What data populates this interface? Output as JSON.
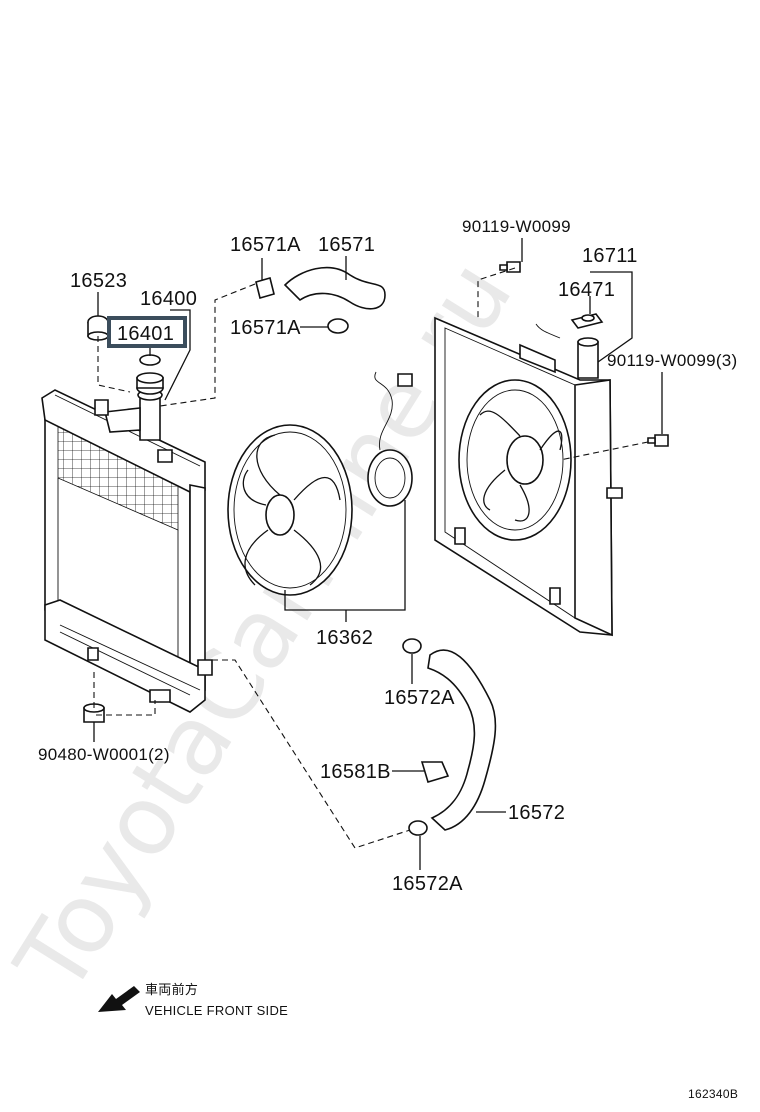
{
  "watermark": "ToyotaCarMine.ru",
  "diagram_id": "162340B",
  "direction": {
    "jp": "車両前方",
    "en": "VEHICLE FRONT SIDE"
  },
  "highlighted_part": "16401",
  "labels": {
    "p16523": "16523",
    "p16400": "16400",
    "p16401": "16401",
    "p16571A_top": "16571A",
    "p16571": "16571",
    "p16571A_mid": "16571A",
    "p90119_top": "90119-W0099",
    "p16711": "16711",
    "p16471": "16471",
    "p90119_right": "90119-W0099(3)",
    "p16362": "16362",
    "p16572A_top": "16572A",
    "p16581B": "16581B",
    "p16572": "16572",
    "p16572A_bottom": "16572A",
    "p90480": "90480-W0001(2)"
  }
}
